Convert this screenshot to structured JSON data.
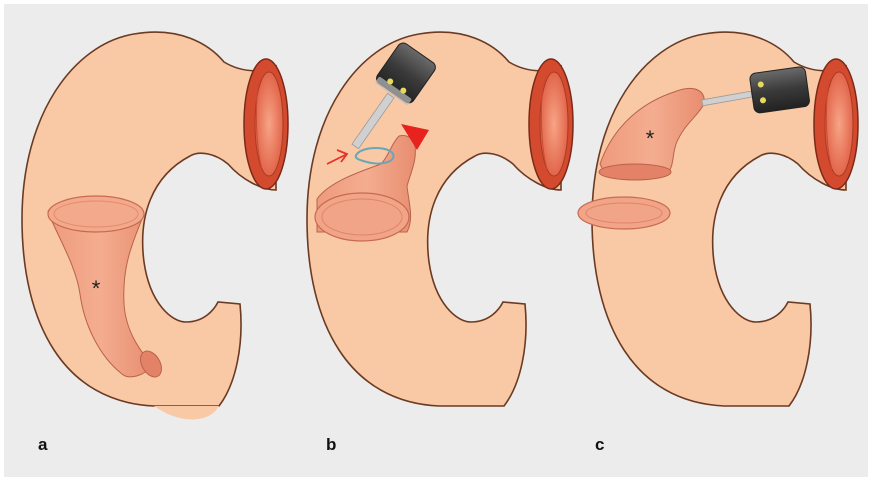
{
  "figure": {
    "panels": [
      {
        "label": "a",
        "marker": "*"
      },
      {
        "label": "b",
        "marker": ""
      },
      {
        "label": "c",
        "marker": "*"
      }
    ],
    "colors": {
      "background": "#ececec",
      "intestine": "#f9c9a6",
      "outline": "#6b3a22",
      "lumen_outer": "#d44a2e",
      "lumen_inner": "#f08a6e",
      "segment": "#ee9c80",
      "arrow": "#e5322a",
      "arrowhead": "#e8221c",
      "snare": "#6aa6b8",
      "scope_dark": "#333333"
    }
  }
}
